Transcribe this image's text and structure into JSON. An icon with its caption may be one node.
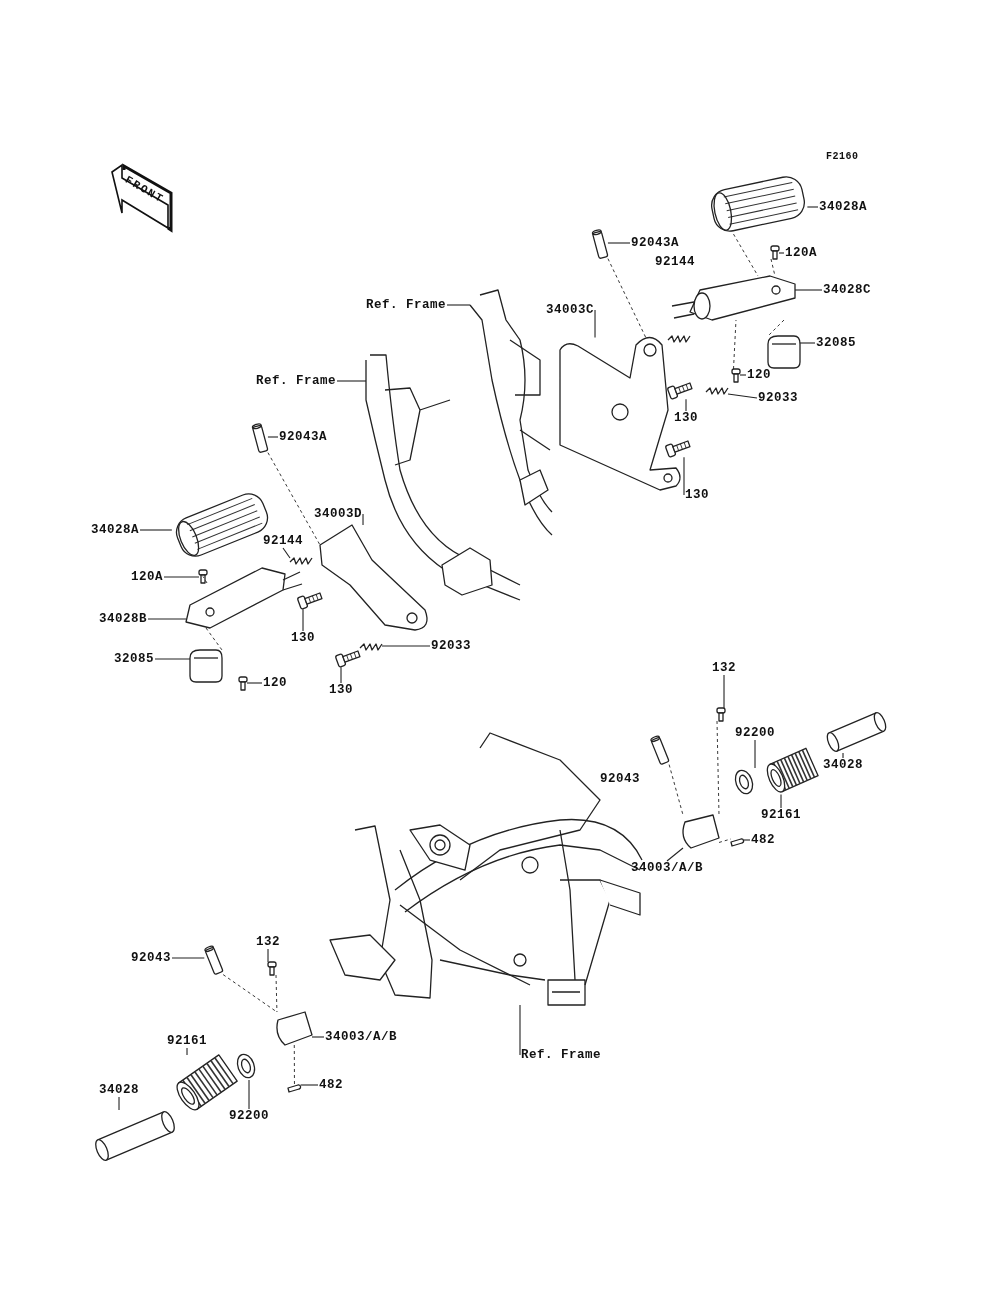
{
  "diagram": {
    "nodes": [
      {
        "text": [
          "34028A"
        ]
      },
      {
        "text": [
          "120A"
        ]
      },
      {
        "text": [
          "92043A"
        ]
      },
      {
        "text": [
          "Ref. Frame"
        ]
      },
      {
        "text": [
          "34003C"
        ]
      },
      {
        "text": [
          "34028C"
        ]
      },
      {
        "text": [
          "32085"
        ]
      },
      {
        "text": [
          "120"
        ]
      },
      {
        "text": [
          "130"
        ]
      },
      {
        "text": [
          "92033"
        ]
      },
      {
        "text": [
          "130"
        ]
      },
      {
        "text": [
          "Ref. Frame"
        ]
      },
      {
        "text": [
          "92043A"
        ]
      },
      {
        "text": [
          "34003D"
        ]
      },
      {
        "text": [
          "34028A"
        ]
      },
      {
        "text": [
          "92144"
        ]
      },
      {
        "text": [
          "120A"
        ]
      },
      {
        "text": [
          "34028B"
        ]
      },
      {
        "text": [
          "130"
        ]
      },
      {
        "text": [
          "32085"
        ]
      },
      {
        "text": [
          "92033"
        ]
      },
      {
        "text": [
          "120"
        ]
      },
      {
        "text": [
          "130"
        ]
      },
      {
        "text": [
          "132"
        ]
      },
      {
        "text": [
          "92200"
        ]
      },
      {
        "text": [
          "34028"
        ]
      },
      {
        "text": [
          "92161"
        ]
      },
      {
        "text": [
          "482"
        ]
      },
      {
        "text": [
          "34003/A/B"
        ]
      },
      {
        "text": [
          "92043"
        ]
      },
      {
        "text": [
          "132"
        ]
      },
      {
        "text": [
          "Ref. Frame"
        ]
      },
      {
        "text": [
          "34003/A/B"
        ]
      },
      {
        "text": [
          "92161"
        ]
      },
      {
        "text": [
          "482"
        ]
      },
      {
        "text": [
          "34028"
        ]
      },
      {
        "text": [
          "92200"
        ]
      },
      {
        "text": [],
        "shape": "picture"
      },
      {
        "text": [],
        "shape": "picture"
      },
      {
        "text": [],
        "shape": "picture"
      },
      {
        "text": [],
        "shape": "picture"
      },
      {
        "text": [],
        "shape": "picture"
      },
      {
        "text": [],
        "shape": "picture"
      },
      {
        "text": [],
        "shape": "picture"
      },
      {
        "text": [],
        "shape": "picture"
      },
      {
        "text": [],
        "shape": "picture"
      },
      {
        "text": [],
        "shape": "picture"
      },
      {
        "text": [],
        "shape": "picture"
      },
      {
        "text": [],
        "shape": "picture"
      },
      {
        "text": [],
        "shape": "picture"
      },
      {
        "text": [],
        "shape": "picture"
      },
      {
        "text": [],
        "shape": "picture"
      },
      {
        "text": [],
        "shape": "picture"
      },
      {
        "text": [],
        "shape": "picture"
      },
      {
        "text": [],
        "shape": "picture"
      },
      {
        "text": [],
        "shape": "picture"
      },
      {
        "text": [],
        "shape": "picture"
      },
      {
        "text": [],
        "shape": "picture"
      },
      {
        "text": [],
        "shape": "picture"
      },
      {
        "text": [],
        "shape": "picture"
      },
      {
        "text": [],
        "shape": "picture"
      },
      {
        "text": [],
        "shape": "picture"
      },
      {
        "text": [],
        "shape": "picture"
      },
      {
        "text": [],
        "shape": "picture"
      },
      {
        "text": [],
        "shape": "picture"
      },
      {
        "text": [],
        "shape": "picture"
      },
      {
        "text": [],
        "shape": "picture"
      },
      {
        "text": [],
        "shape": "picture"
      },
      {
        "text": [],
        "shape": "picture"
      },
      {
        "text": [],
        "shape": "picture"
      },
      {
        "text": [],
        "shape": "picture"
      },
      {
        "text": [],
        "shape": "picture"
      },
      {
        "text": [],
        "shape": "picture"
      },
      {
        "text": [],
        "shape": "picture"
      },
      {
        "text": [],
        "shape": "picture"
      }
    ],
    "edges": [
      {
        "from": 0,
        "to": 37,
        "arrow": "none"
      },
      {
        "from": 1,
        "to": 38,
        "arrow": "none"
      },
      {
        "from": 2,
        "to": 39,
        "arrow": "none"
      },
      {
        "from": 3,
        "to": 40,
        "arrow": "none"
      },
      {
        "from": 4,
        "to": 41,
        "arrow": "none"
      },
      {
        "from": 5,
        "to": 42,
        "arrow": "none"
      },
      {
        "from": 6,
        "to": 43,
        "arrow": "none"
      },
      {
        "from": 7,
        "to": 44,
        "arrow": "none"
      },
      {
        "from": 8,
        "to": 45,
        "arrow": "none"
      },
      {
        "from": 9,
        "to": 46,
        "arrow": "none"
      },
      {
        "from": 10,
        "to": 47,
        "arrow": "none"
      },
      {
        "from": 11,
        "to": 48,
        "arrow": "none"
      },
      {
        "from": 12,
        "to": 49,
        "arrow": "none"
      },
      {
        "from": 13,
        "to": 50,
        "arrow": "none"
      },
      {
        "from": 14,
        "to": 51,
        "arrow": "none"
      },
      {
        "from": 15,
        "to": 52,
        "arrow": "none"
      },
      {
        "from": 16,
        "to": 53,
        "arrow": "none"
      },
      {
        "from": 17,
        "to": 54,
        "arrow": "none"
      },
      {
        "from": 18,
        "to": 55,
        "arrow": "none"
      },
      {
        "from": 19,
        "to": 56,
        "arrow": "none"
      },
      {
        "from": 20,
        "to": 57,
        "arrow": "none"
      },
      {
        "from": 21,
        "to": 58,
        "arrow": "none"
      },
      {
        "from": 22,
        "to": 59,
        "arrow": "none"
      },
      {
        "from": 23,
        "to": 60,
        "arrow": "none"
      },
      {
        "from": 24,
        "to": 61,
        "arrow": "none"
      },
      {
        "from": 25,
        "to": 62,
        "arrow": "none"
      },
      {
        "from": 26,
        "to": 63,
        "arrow": "none"
      },
      {
        "from": 27,
        "to": 64,
        "arrow": "none"
      },
      {
        "from": 28,
        "to": 65,
        "arrow": "none"
      },
      {
        "from": 29,
        "to": 66,
        "arrow": "none"
      },
      {
        "from": 30,
        "to": 67,
        "arrow": "none"
      },
      {
        "from": 31,
        "to": 68,
        "arrow": "none"
      },
      {
        "from": 32,
        "to": 69,
        "arrow": "none"
      },
      {
        "from": 33,
        "to": 70,
        "arrow": "none"
      },
      {
        "from": 34,
        "to": 71,
        "arrow": "none"
      },
      {
        "from": 35,
        "to": 72,
        "arrow": "none"
      },
      {
        "from": 36,
        "to": 73,
        "arrow": "none"
      },
      {
        "from": 39,
        "to": 41,
        "arrow": "none",
        "style": "dashed"
      },
      {
        "from": 37,
        "to": 42,
        "arrow": "none",
        "style": "dashed"
      },
      {
        "from": 38,
        "to": 42,
        "arrow": "none",
        "style": "dashed"
      },
      {
        "from": 42,
        "to": 43,
        "arrow": "none",
        "style": "dashed"
      },
      {
        "from": 44,
        "to": 42,
        "arrow": "none",
        "style": "dashed"
      },
      {
        "from": 49,
        "to": 50,
        "arrow": "none",
        "style": "dashed"
      },
      {
        "from": 53,
        "to": 54,
        "arrow": "none",
        "style": "dashed"
      },
      {
        "from": 54,
        "to": 56,
        "arrow": "none",
        "style": "dashed"
      },
      {
        "from": 74,
        "to": 65,
        "arrow": "none",
        "style": "dashed"
      },
      {
        "from": 60,
        "to": 65,
        "arrow": "none",
        "style": "dashed"
      },
      {
        "from": 65,
        "to": 64,
        "arrow": "none",
        "style": "dashed"
      },
      {
        "from": 66,
        "to": 69,
        "arrow": "none",
        "style": "dashed"
      },
      {
        "from": 67,
        "to": 69,
        "arrow": "none",
        "style": "dashed"
      },
      {
        "from": 69,
        "to": 71,
        "arrow": "none",
        "style": "dashed"
      }
    ],
    "labels": [
      "F2160",
      "FRONT",
      "92144",
      "92043"
    ]
  }
}
